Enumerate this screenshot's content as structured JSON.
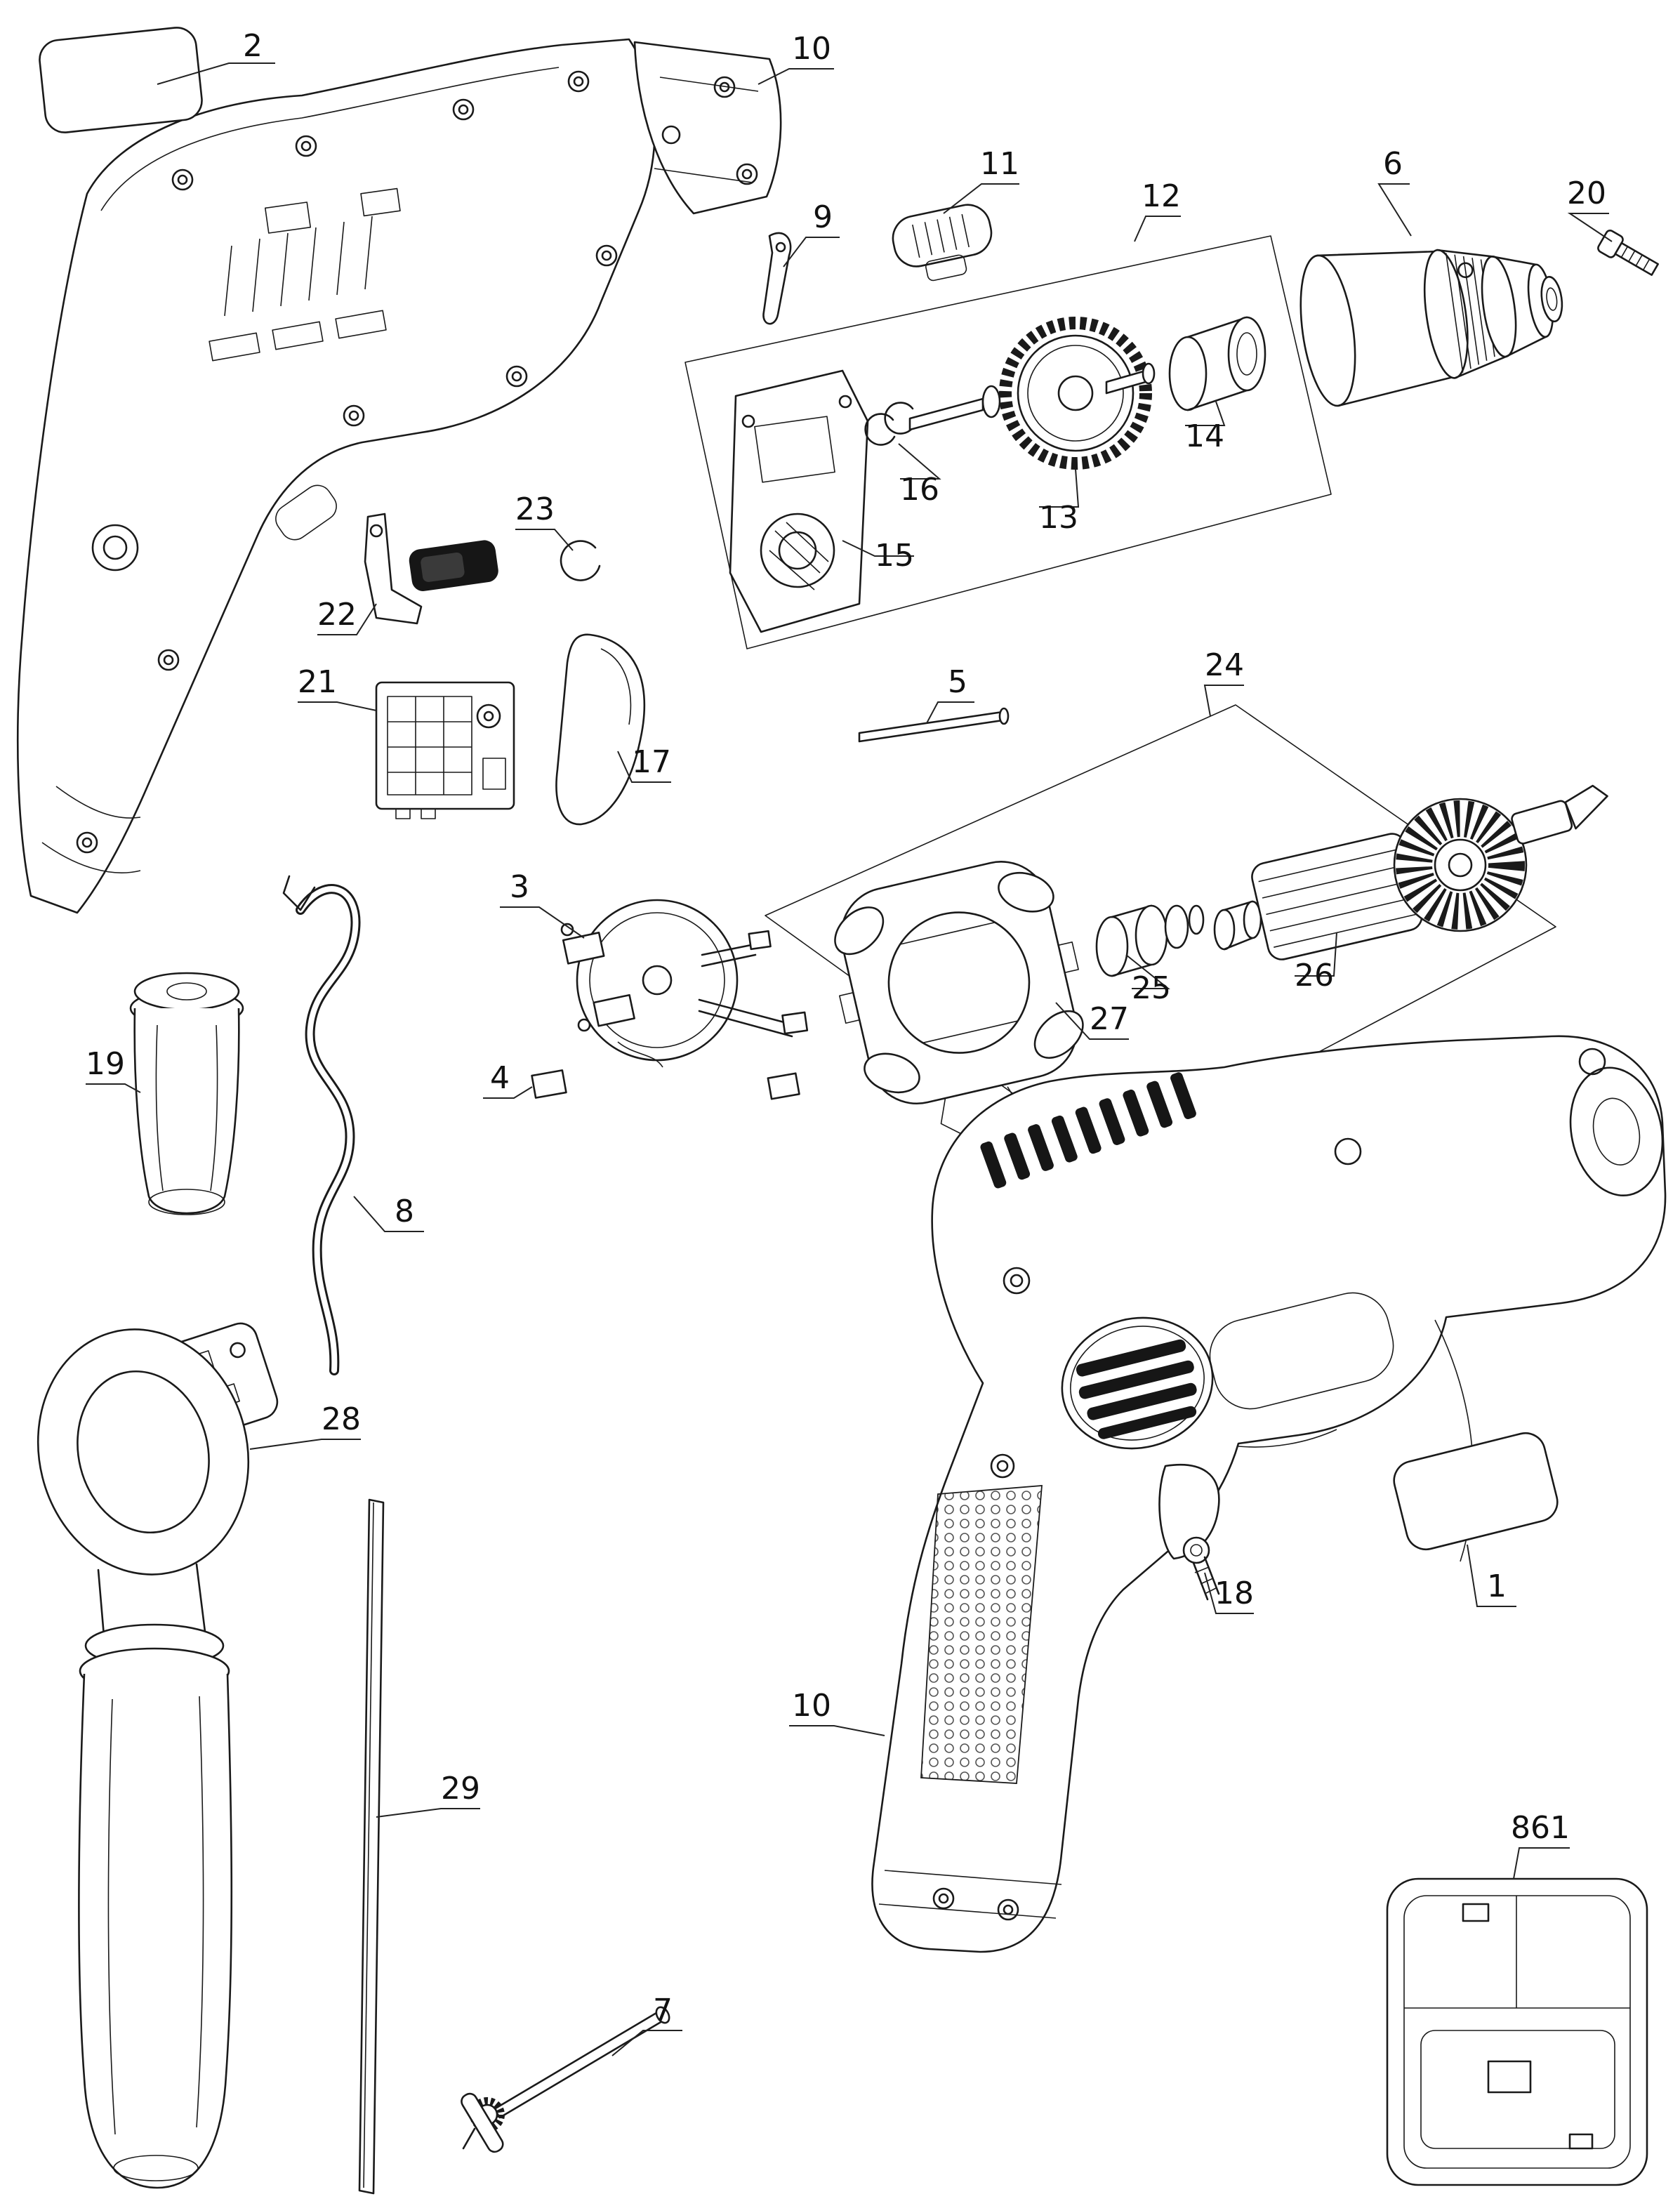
{
  "diagram": {
    "kind": "exploded-parts-diagram",
    "background": "#ffffff",
    "line_color": "#1a1a1a",
    "dark_fill": "#161616"
  },
  "callouts": [
    {
      "label": "2"
    },
    {
      "label": "10"
    },
    {
      "label": "9"
    },
    {
      "label": "11"
    },
    {
      "label": "12"
    },
    {
      "label": "6"
    },
    {
      "label": "20"
    },
    {
      "label": "14"
    },
    {
      "label": "16"
    },
    {
      "label": "13"
    },
    {
      "label": "15"
    },
    {
      "label": "23"
    },
    {
      "label": "22"
    },
    {
      "label": "21"
    },
    {
      "label": "17"
    },
    {
      "label": "5"
    },
    {
      "label": "24"
    },
    {
      "label": "3"
    },
    {
      "label": "25"
    },
    {
      "label": "26"
    },
    {
      "label": "27"
    },
    {
      "label": "4"
    },
    {
      "label": "19"
    },
    {
      "label": "8"
    },
    {
      "label": "28"
    },
    {
      "label": "18"
    },
    {
      "label": "1"
    },
    {
      "label": "10"
    },
    {
      "label": "29"
    },
    {
      "label": "7"
    },
    {
      "label": "861"
    }
  ]
}
